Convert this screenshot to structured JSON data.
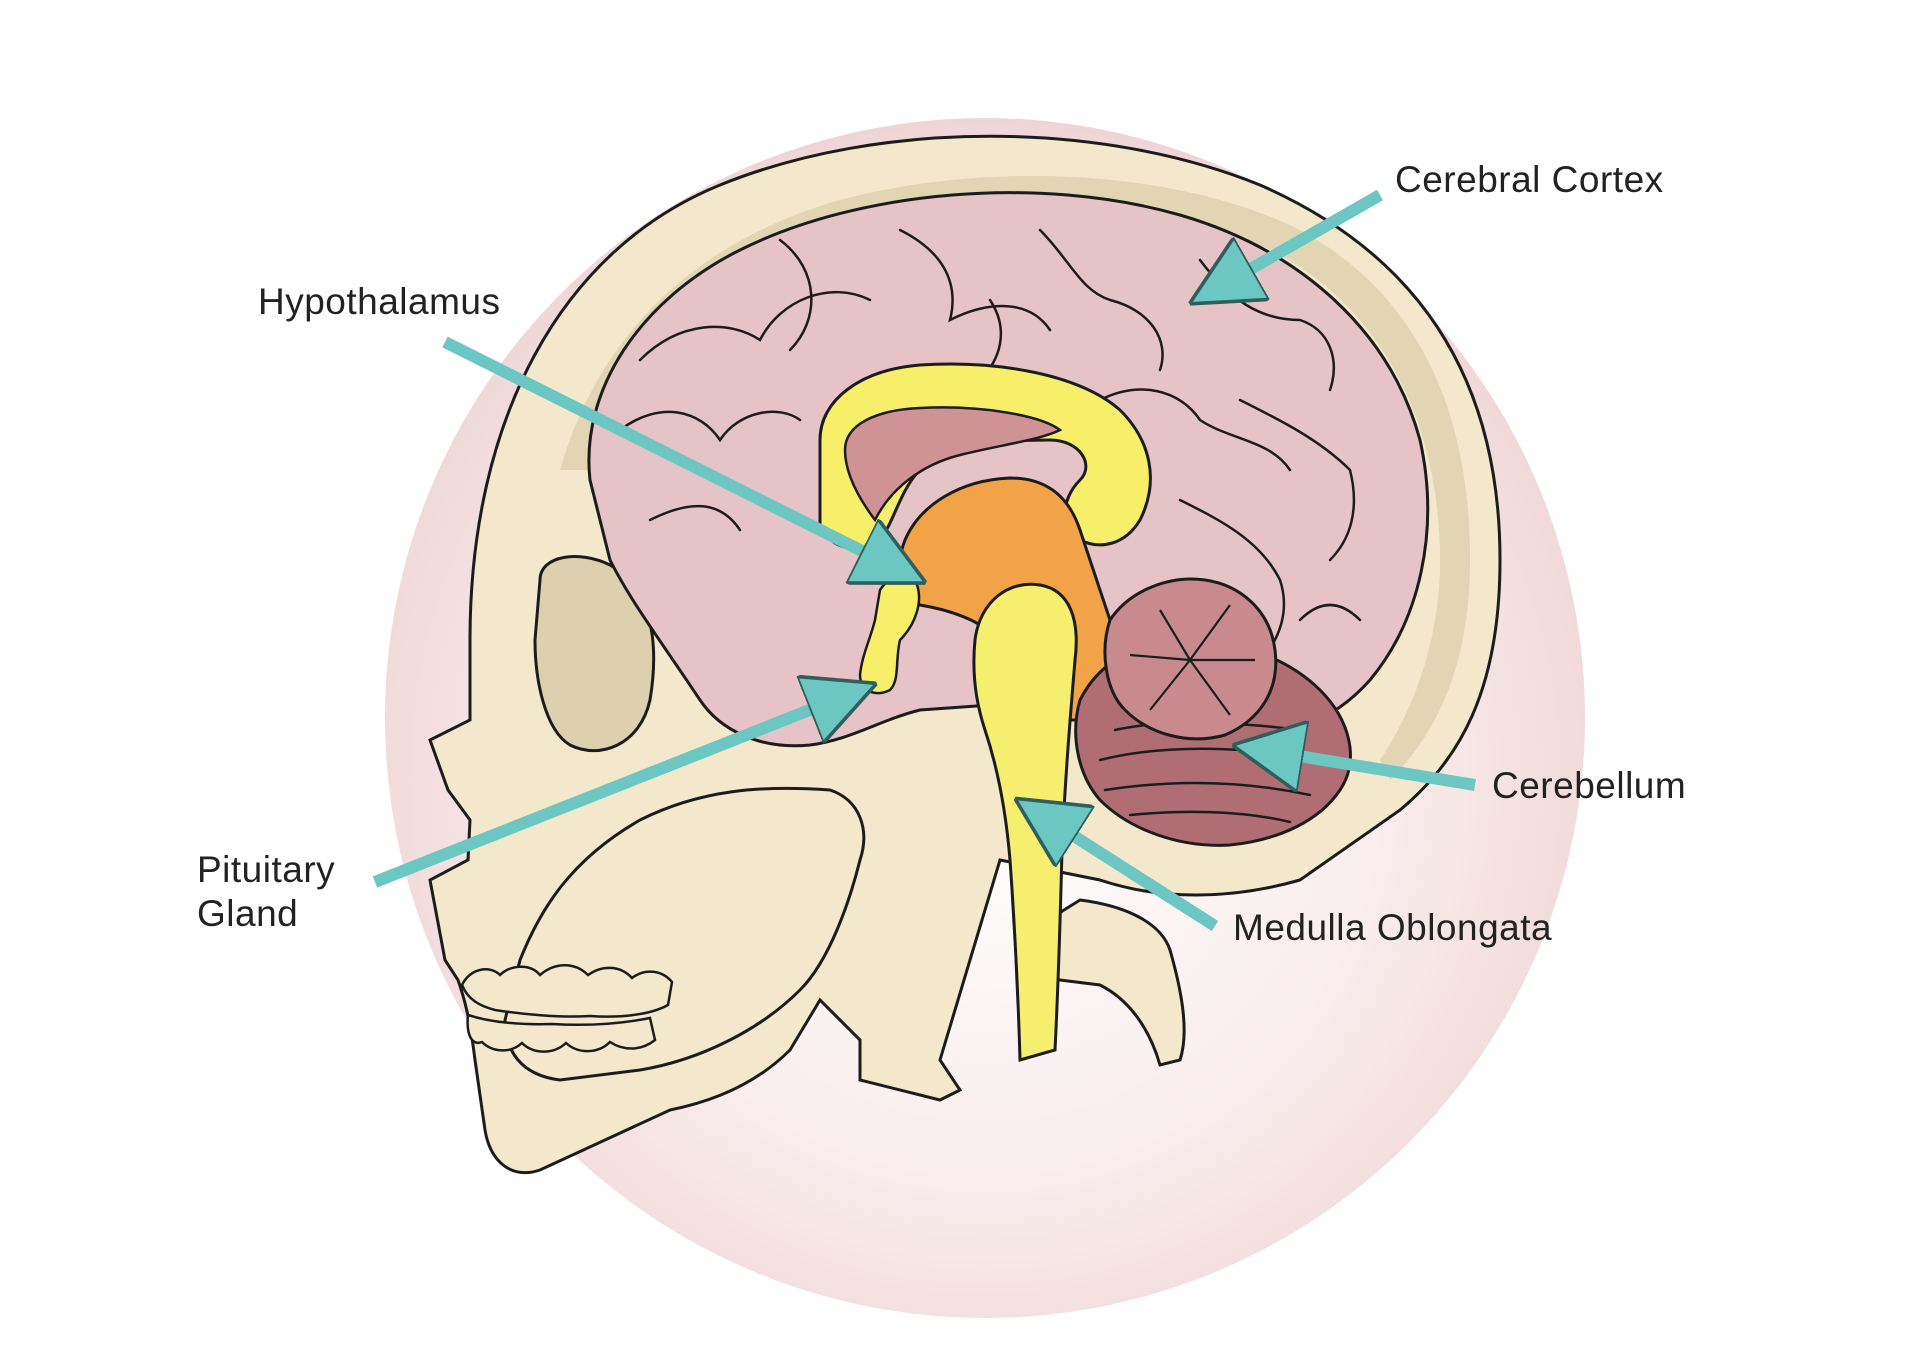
{
  "labels": {
    "cerebral_cortex": "Cerebral Cortex",
    "hypothalamus": "Hypothalamus",
    "cerebellum": "Cerebellum",
    "medulla_oblongata": "Medulla Oblongata",
    "pituitary_line1": "Pituitary",
    "pituitary_line2": "Gland"
  },
  "colors": {
    "background_circle": "#f4dede",
    "skull": "#f3e8cc",
    "skull_shadow": "#dcd0ae",
    "brain": "#e6c3c6",
    "brain_fold": "#c9a3a7",
    "corpus": "#f7ef6a",
    "ventricle": "#cf9395",
    "thalamus": "#f2a247",
    "cerebellum": "#b06e74",
    "brainstem": "#f5ee6e",
    "arrow": "#6cc6c2",
    "outline": "#1c1c1c"
  }
}
